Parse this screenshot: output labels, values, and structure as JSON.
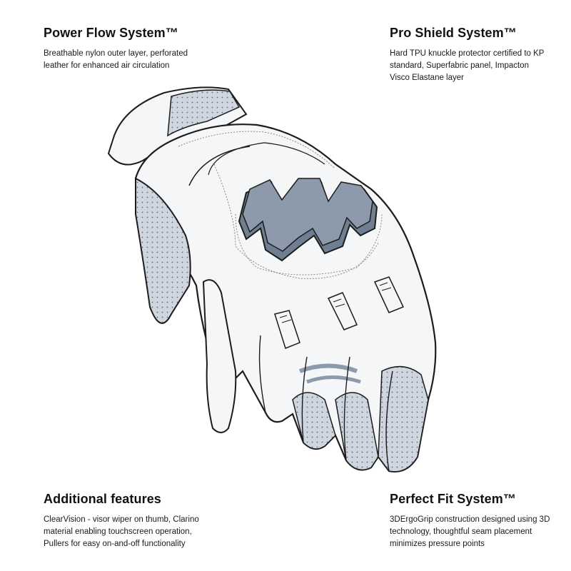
{
  "features": {
    "power_flow": {
      "title": "Power Flow System™",
      "description": "Breathable nylon outer layer, perforated leather for enhanced air circulation"
    },
    "pro_shield": {
      "title": "Pro Shield System™",
      "description": "Hard TPU knuckle protector certified to KP standard, Superfabric panel, Impacton Visco Elastane layer"
    },
    "additional": {
      "title": "Additional features",
      "description": "ClearVision - visor wiper on thumb, Clarino material enabling touchscreen operation, Pullers for easy on-and-off functionality"
    },
    "perfect_fit": {
      "title": "Perfect Fit System™",
      "description": "3DErgoGrip construction designed using 3D technology, thoughtful seam placement minimizes pressure points"
    }
  },
  "illustration": {
    "icon": "glove-illustration",
    "colors": {
      "outline": "#1c1c1c",
      "leather": "#f4f6f8",
      "perforated_panel": "#cfd6df",
      "knuckle_protector": "#8c9aab",
      "knuckle_shadow": "#6f7e91",
      "seam_stitch": "#8a8a8a"
    }
  }
}
